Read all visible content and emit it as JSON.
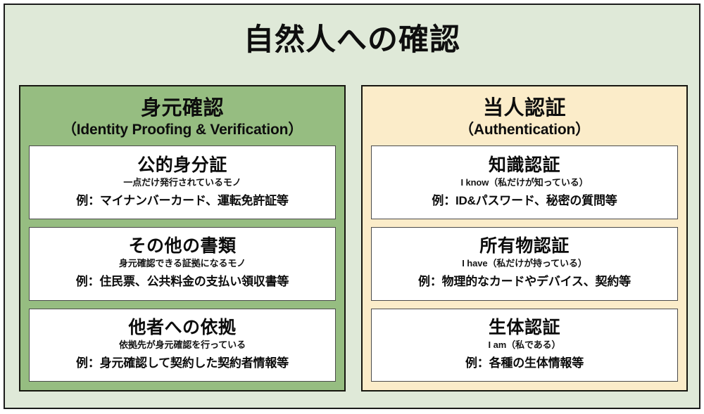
{
  "slide": {
    "title": "自然人への確認",
    "background_color": "#dfe9d8",
    "border_color": "#1b1b1b"
  },
  "columns": [
    {
      "key": "identity",
      "title": "身元確認",
      "subtitle": "（Identity Proofing & Verification）",
      "accent_color": "#96bd81",
      "cards": [
        {
          "title": "公的身分証",
          "note": "一点だけ発行されているモノ",
          "example": "例：マイナンバーカード、運転免許証等"
        },
        {
          "title": "その他の書類",
          "note": "身元確認できる証拠になるモノ",
          "example": "例：住民票、公共料金の支払い領収書等"
        },
        {
          "title": "他者への依拠",
          "note": "依拠先が身元確認を行っている",
          "example": "例：身元確認して契約した契約者情報等"
        }
      ]
    },
    {
      "key": "authentication",
      "title": "当人認証",
      "subtitle": "（Authentication）",
      "accent_color": "#fbecc9",
      "cards": [
        {
          "title": "知識認証",
          "note": "I know（私だけが知っている）",
          "example": "例：ID&パスワード、秘密の質問等"
        },
        {
          "title": "所有物認証",
          "note": "I have（私だけが持っている）",
          "example": "例：物理的なカードやデバイス、契約等"
        },
        {
          "title": "生体認証",
          "note": "I am（私である）",
          "example": "例：各種の生体情報等"
        }
      ]
    }
  ]
}
